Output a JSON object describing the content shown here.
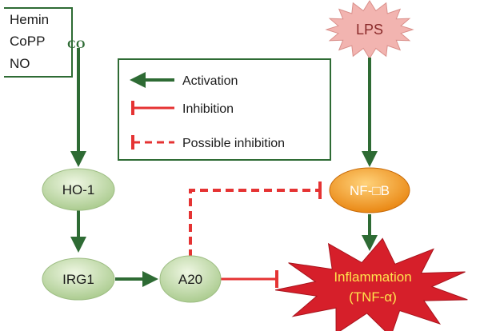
{
  "colors": {
    "activation": "#2e6b34",
    "inhibition": "#e53333",
    "text_dark": "#1a1a1a",
    "inducer_text": "#2e6b34",
    "node_fill_light": "#eef6e2",
    "node_fill_dark": "#a7c98a",
    "nfkb_fill_light": "#ffd27a",
    "nfkb_fill_dark": "#e8820c",
    "lps_fill": "#f2b4b0",
    "lps_text": "#8a2a2a",
    "inflammation_fill": "#d61f2a",
    "inflammation_text": "#ffe44d"
  },
  "inducers": {
    "items": [
      "Hemin",
      "CoPP",
      "NO"
    ],
    "co_label": "CO"
  },
  "legend": {
    "activation": "Activation",
    "inhibition": "Inhibition",
    "possible_inhibition": "Possible inhibition"
  },
  "nodes": {
    "lps": "LPS",
    "ho1": "HO-1",
    "irg1": "IRG1",
    "a20": "A20",
    "nfkb": "NF-□B",
    "inflammation_line1": "Inflammation",
    "inflammation_line2": "(TNF-α)"
  }
}
